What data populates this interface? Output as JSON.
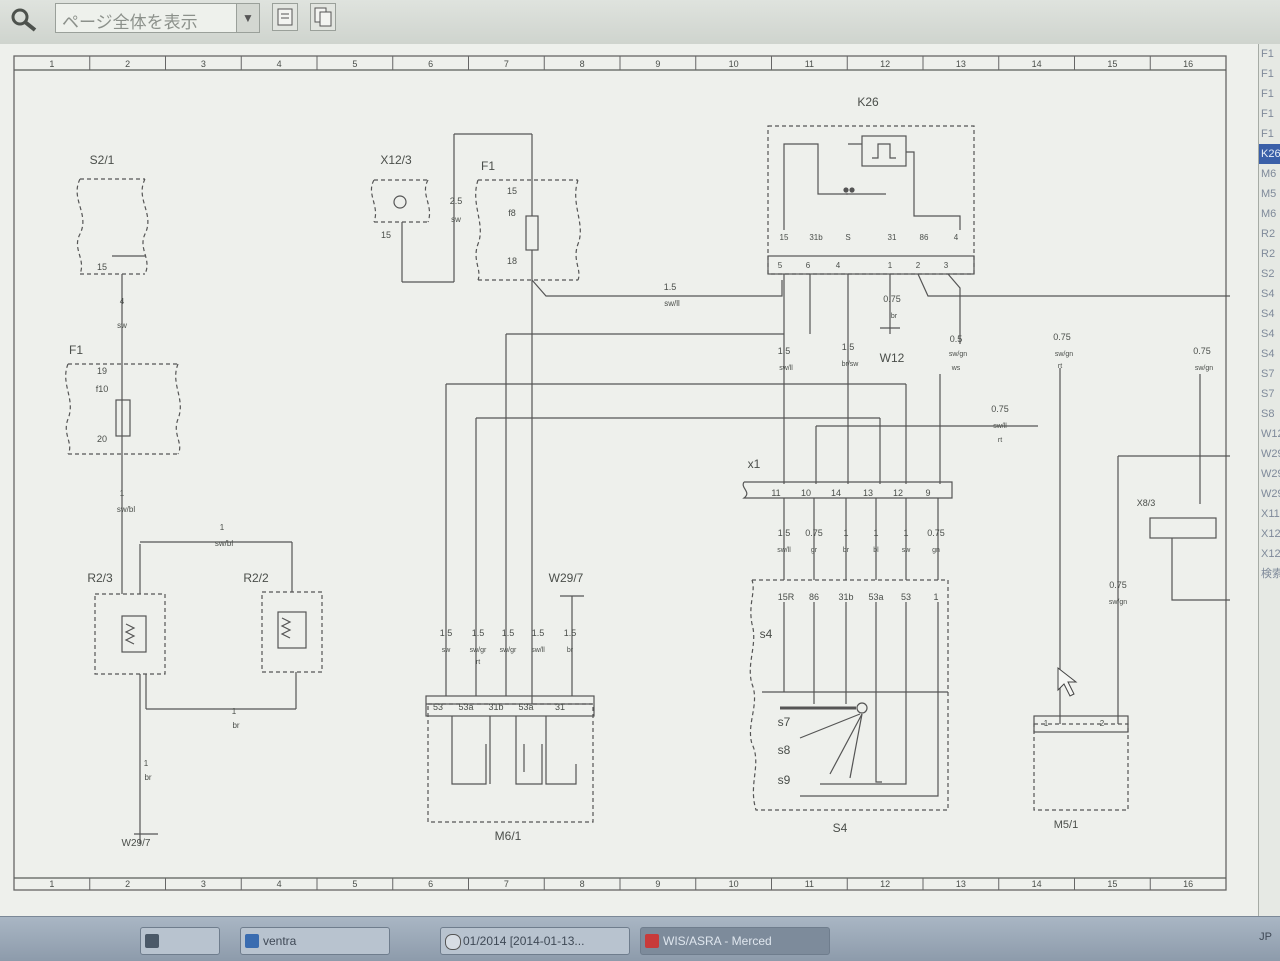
{
  "toolbar": {
    "view_select_value": "ページ全体を表示",
    "zoom_icon": "magnifier-icon",
    "button_icons": [
      "page-icon",
      "copy-icon"
    ]
  },
  "ruler": {
    "top": [
      "1",
      "2",
      "3",
      "4",
      "5",
      "6",
      "7",
      "8",
      "9",
      "10",
      "11",
      "12",
      "13",
      "14",
      "15",
      "16"
    ],
    "bottom": [
      "1",
      "2",
      "3",
      "4",
      "5",
      "6",
      "7",
      "8",
      "9",
      "10",
      "11",
      "12",
      "13",
      "14",
      "15",
      "16"
    ]
  },
  "components": {
    "s2_1": "S2/1",
    "s2_1_pin": "15",
    "f1_left": "F1",
    "f1_left_pins": [
      "19",
      "20"
    ],
    "f1_left_rating": "f10",
    "x12_3": "X12/3",
    "x12_3_pin": "15",
    "f1_center": "F1",
    "f1_center_pins": [
      "15",
      "18"
    ],
    "f1_center_rating": "f8",
    "k26": "K26",
    "k26_top_pins": [
      "15",
      "31b",
      "S",
      "31",
      "86",
      "4"
    ],
    "k26_bottom_pins": [
      "5",
      "6",
      "4",
      "1",
      "2",
      "3"
    ],
    "w12": "W12",
    "r2_3": "R2/3",
    "r2_2": "R2/2",
    "w29_7": "W29/7",
    "w29_left": "W29/7",
    "x1": "x1",
    "x1_pins": [
      "11",
      "10",
      "14",
      "13",
      "12",
      "9"
    ],
    "m6_1": "M6/1",
    "m6_1_pins": [
      "53",
      "53a",
      "31b",
      "53a",
      "31"
    ],
    "s4": "S4",
    "s4_pins": [
      "15R",
      "86",
      "31b",
      "53a",
      "53",
      "1"
    ],
    "s4_switches": [
      "s4",
      "s7",
      "s8",
      "s9"
    ],
    "m5_1": "M5/1",
    "m5_1_pins": [
      "1",
      "2"
    ],
    "x8_3": "X8/3"
  },
  "wires": {
    "s2_to_f1": [
      "4",
      "sw"
    ],
    "f1_to_r2": [
      "1",
      "sw/bl"
    ],
    "r2_link": [
      "1",
      "sw/bl"
    ],
    "r2_bottom": [
      "1",
      "br"
    ],
    "r2_ground": [
      "1",
      "br"
    ],
    "x12_f1": [
      "2.5",
      "sw"
    ],
    "f1_k26": [
      "1.5",
      "sw/ll"
    ],
    "k26_1": [
      "1.5",
      "sw/ll"
    ],
    "k26_2": [
      "1.5",
      "br/sw"
    ],
    "k26_3": [
      "0.75",
      "br"
    ],
    "k26_4": [
      "0.5",
      "sw/gn",
      "ws"
    ],
    "k26_5": [
      "0.75",
      "sw/gn",
      "rt"
    ],
    "k26_6": [
      "0.75",
      "sw/gn"
    ],
    "cross": [
      "0.75",
      "sw/ll",
      "rt"
    ],
    "x1_s4": [
      [
        "1.5",
        "sw/ll"
      ],
      [
        "0.75",
        "gr"
      ],
      [
        "1",
        "br"
      ],
      [
        "1",
        "bl"
      ],
      [
        "1",
        "sw"
      ],
      [
        "0.75",
        "gn"
      ]
    ],
    "m6": [
      [
        "1.5",
        "sw"
      ],
      [
        "1.5",
        "sw/gr",
        "rt"
      ],
      [
        "1.5",
        "sw/gr"
      ],
      [
        "1.5",
        "sw/ll"
      ],
      [
        "1.5",
        "br"
      ]
    ],
    "m5": [
      "0.75",
      "sw/gn"
    ]
  },
  "side_panel": [
    "F1",
    "F1",
    "F1",
    "F1",
    "F1",
    "K26",
    "M6",
    "M5",
    "M6",
    "R2",
    "R2",
    "S2",
    "S4",
    "S4",
    "S4",
    "S4",
    "S7",
    "S7",
    "S8",
    "W12",
    "W29",
    "W29",
    "W29",
    "X11",
    "X12",
    "X12",
    "検索"
  ],
  "taskbar": {
    "tasks": [
      "",
      "ventra",
      "01/2014 [2014-01-13...",
      "WIS/ASRA - Merced"
    ],
    "tray": "JP"
  }
}
